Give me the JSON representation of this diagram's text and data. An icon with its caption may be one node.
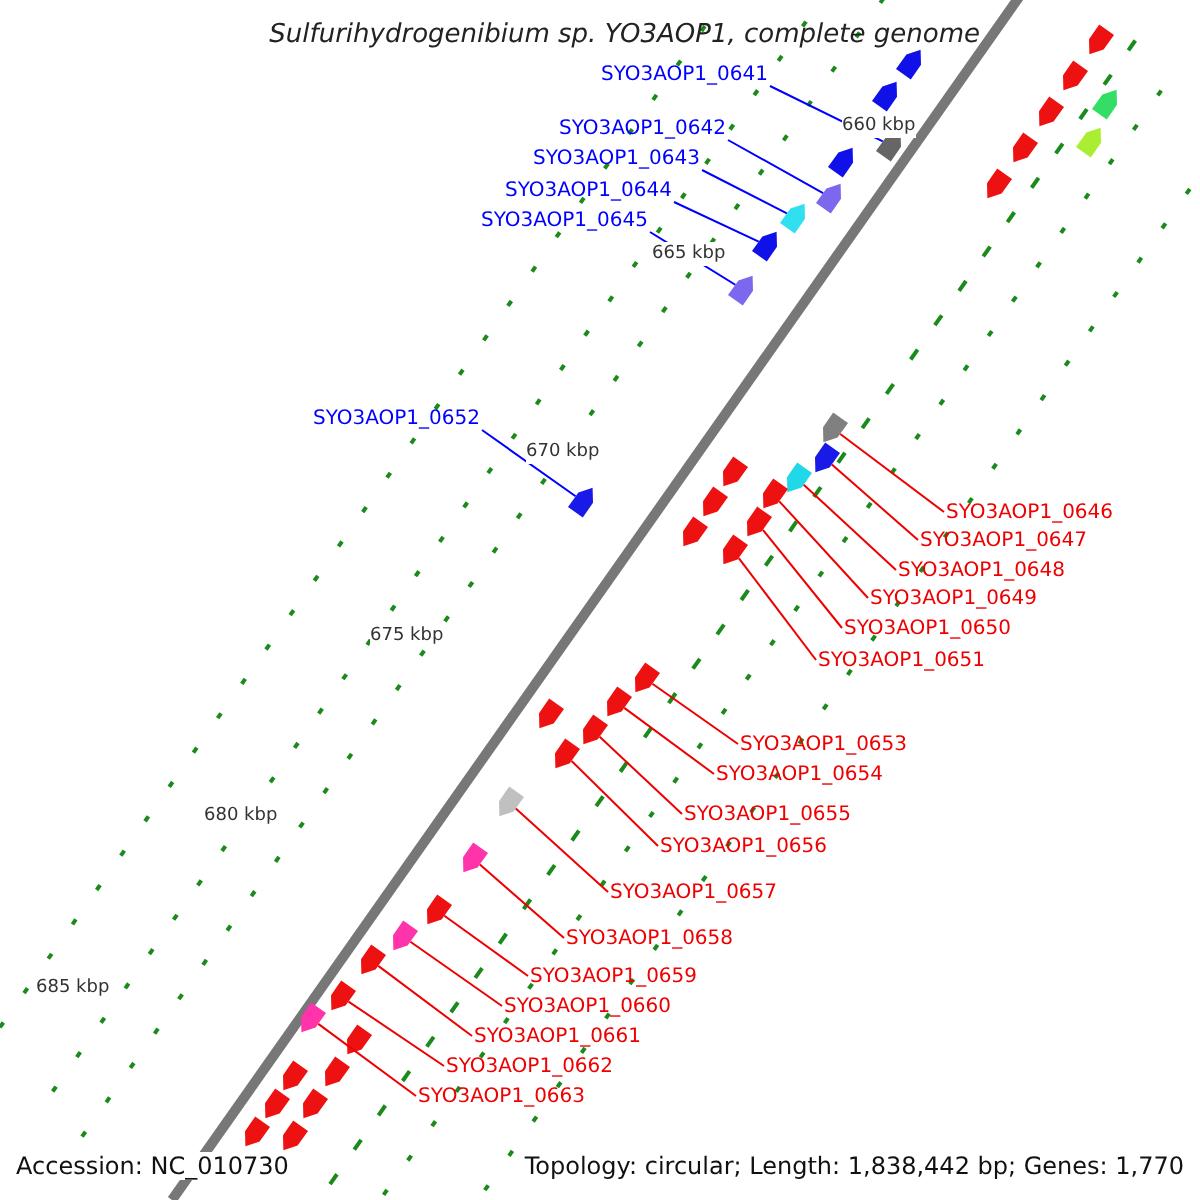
{
  "diagram": {
    "title": "Sulfurihydrogenibium sp. YO3AOP1, complete genome",
    "nodes": [
      {
        "text": [
          "SYO3AOP1_0641"
        ]
      },
      {
        "text": [
          "SYO3AOP1_0642"
        ]
      },
      {
        "text": [
          "SYO3AOP1_0643"
        ]
      },
      {
        "text": [
          "SYO3AOP1_0644"
        ]
      },
      {
        "text": [
          "SYO3AOP1_0645"
        ]
      },
      {
        "text": [
          "SYO3AOP1_0652"
        ]
      },
      {
        "text": [
          "SYO3AOP1_0646"
        ]
      },
      {
        "text": [
          "SYO3AOP1_0647"
        ]
      },
      {
        "text": [
          "SYO3AOP1_0648"
        ]
      },
      {
        "text": [
          "SYO3AOP1_0649"
        ]
      },
      {
        "text": [
          "SYO3AOP1_0650"
        ]
      },
      {
        "text": [
          "SYO3AOP1_0651"
        ]
      },
      {
        "text": [
          "SYO3AOP1_0653"
        ]
      },
      {
        "text": [
          "SYO3AOP1_0654"
        ]
      },
      {
        "text": [
          "SYO3AOP1_0655"
        ]
      },
      {
        "text": [
          "SYO3AOP1_0656"
        ]
      },
      {
        "text": [
          "SYO3AOP1_0657"
        ]
      },
      {
        "text": [
          "SYO3AOP1_0658"
        ]
      },
      {
        "text": [
          "SYO3AOP1_0659"
        ]
      },
      {
        "text": [
          "SYO3AOP1_0660"
        ]
      },
      {
        "text": [
          "SYO3AOP1_0661"
        ]
      },
      {
        "text": [
          "SYO3AOP1_0662"
        ]
      },
      {
        "text": [
          "SYO3AOP1_0663"
        ]
      },
      {
        "text": [],
        "shape": "bar"
      },
      {
        "text": [],
        "shape": "bar"
      },
      {
        "text": [],
        "shape": "bar"
      },
      {
        "text": [],
        "shape": "bar"
      },
      {
        "text": [],
        "shape": "bar"
      },
      {
        "text": [],
        "shape": "bar"
      },
      {
        "text": [],
        "shape": "bar"
      },
      {
        "text": [],
        "shape": "bar"
      },
      {
        "text": [],
        "shape": "bar"
      },
      {
        "text": [],
        "shape": "bar"
      },
      {
        "text": [],
        "shape": "bar"
      },
      {
        "text": [],
        "shape": "bar"
      },
      {
        "text": [],
        "shape": "bar"
      },
      {
        "text": [],
        "shape": "bar"
      },
      {
        "text": [],
        "shape": "bar"
      },
      {
        "text": [],
        "shape": "bar"
      },
      {
        "text": [],
        "shape": "bar"
      },
      {
        "text": [],
        "shape": "bar"
      },
      {
        "text": [],
        "shape": "bar"
      },
      {
        "text": [],
        "shape": "bar"
      },
      {
        "text": [],
        "shape": "bar"
      },
      {
        "text": [],
        "shape": "bar"
      },
      {
        "text": [],
        "shape": "bar"
      },
      {
        "text": [],
        "shape": "bar"
      },
      {
        "text": [],
        "shape": "bar"
      },
      {
        "text": [],
        "shape": "bar"
      },
      {
        "text": [],
        "shape": "bar"
      },
      {
        "text": [],
        "shape": "bar"
      },
      {
        "text": [],
        "shape": "bar"
      },
      {
        "text": [],
        "shape": "bar"
      },
      {
        "text": [],
        "shape": "bar"
      },
      {
        "text": [],
        "shape": "bar"
      },
      {
        "text": [],
        "shape": "bar"
      },
      {
        "text": [],
        "shape": "bar"
      },
      {
        "text": [],
        "shape": "bar"
      },
      {
        "text": [],
        "shape": "bar"
      },
      {
        "text": [],
        "shape": "bar"
      },
      {
        "text": [],
        "shape": "bar"
      },
      {
        "text": [],
        "shape": "bar"
      },
      {
        "text": [],
        "shape": "bar"
      },
      {
        "text": [],
        "shape": "bar"
      },
      {
        "text": [],
        "shape": "bar"
      },
      {
        "text": [],
        "shape": "bar"
      },
      {
        "text": [],
        "shape": "bar"
      }
    ],
    "edges": [
      {
        "from": 0,
        "to": 23,
        "arrow": "none",
        "color": "#0000ff"
      },
      {
        "from": 1,
        "to": 24,
        "arrow": "none",
        "color": "#0000ff"
      },
      {
        "from": 2,
        "to": 25,
        "arrow": "none",
        "color": "#0000ff"
      },
      {
        "from": 3,
        "to": 26,
        "arrow": "none",
        "color": "#0000ff"
      },
      {
        "from": 4,
        "to": 27,
        "arrow": "none",
        "color": "#0000ff"
      },
      {
        "from": 5,
        "to": 28,
        "arrow": "none",
        "color": "#0000ff"
      },
      {
        "from": 6,
        "to": 29,
        "arrow": "none"
      },
      {
        "from": 7,
        "to": 30,
        "arrow": "none"
      },
      {
        "from": 8,
        "to": 31,
        "arrow": "none"
      },
      {
        "from": 9,
        "to": 32,
        "arrow": "none"
      },
      {
        "from": 10,
        "to": 33,
        "arrow": "none"
      },
      {
        "from": 11,
        "to": 34,
        "arrow": "none"
      },
      {
        "from": 12,
        "to": 35,
        "arrow": "none"
      },
      {
        "from": 13,
        "to": 36,
        "arrow": "none"
      },
      {
        "from": 14,
        "to": 37,
        "arrow": "none"
      },
      {
        "from": 15,
        "to": 38,
        "arrow": "none"
      },
      {
        "from": 16,
        "to": 39,
        "arrow": "none"
      },
      {
        "from": 17,
        "to": 40,
        "arrow": "none"
      },
      {
        "from": 18,
        "to": 41,
        "arrow": "none"
      },
      {
        "from": 19,
        "to": 42,
        "arrow": "none"
      },
      {
        "from": 20,
        "to": 43,
        "arrow": "none"
      },
      {
        "from": 21,
        "to": 44,
        "arrow": "none"
      },
      {
        "from": 22,
        "to": 45,
        "arrow": "none"
      }
    ],
    "labels": [
      "660 kbp",
      "665 kbp",
      "670 kbp",
      "675 kbp",
      "680 kbp",
      "685 kbp",
      "Accession: NC_010730",
      "Topology: circular; Length: 1,838,442 bp; Genes: 1,770"
    ]
  }
}
